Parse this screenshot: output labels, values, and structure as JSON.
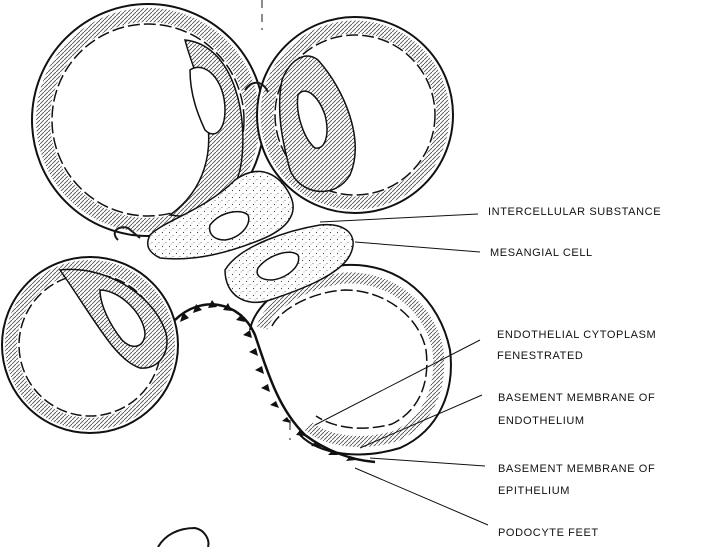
{
  "labels": {
    "intercellular_substance": "INTERCELLULAR SUBSTANCE",
    "mesangial_cell": "MESANGIAL CELL",
    "endothelial_line1": "ENDOTHELIAL CYTOPLASM",
    "endothelial_line2": "FENESTRATED",
    "bm_endothelium_line1": "BASEMENT MEMBRANE OF",
    "bm_endothelium_line2": "ENDOTHELIUM",
    "bm_epithelium_line1": "BASEMENT MEMBRANE OF",
    "bm_epithelium_line2": "EPITHELIUM",
    "podocyte_feet": "PODOCYTE FEET"
  }
}
